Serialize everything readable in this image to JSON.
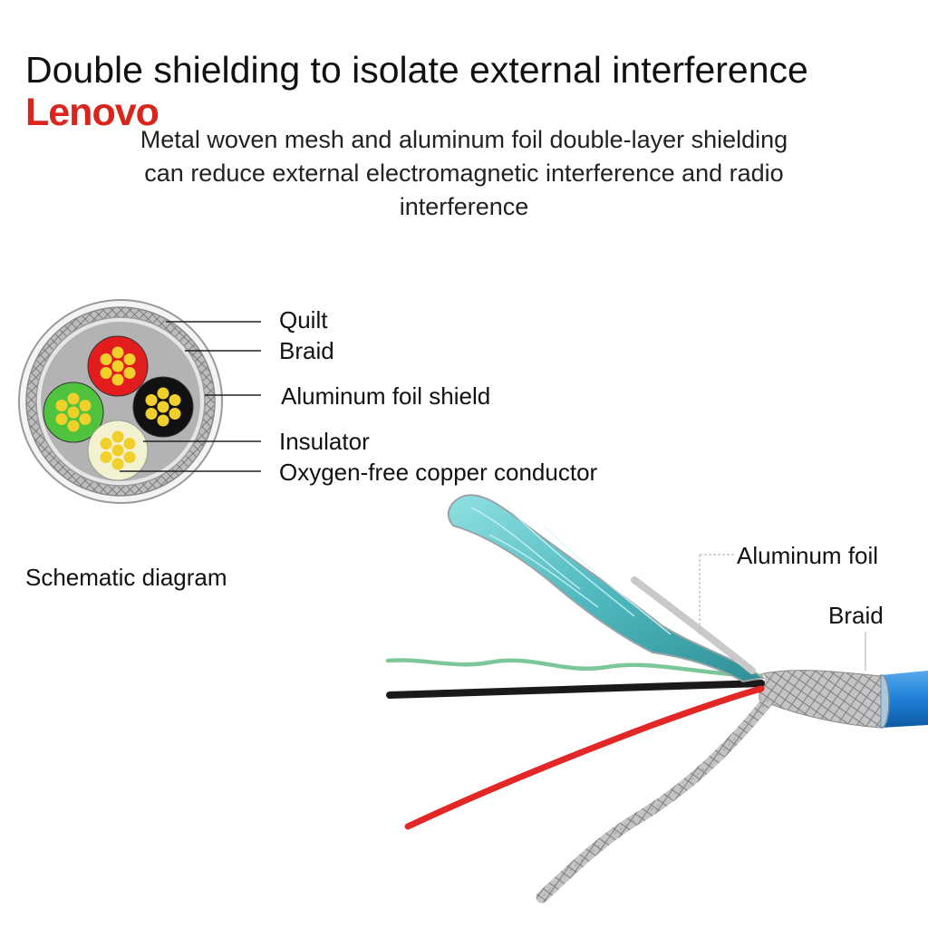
{
  "header": {
    "title": "Double shielding to isolate external interference",
    "brand": "Lenovo",
    "description": "Metal woven mesh and aluminum foil double-layer shielding can reduce external electromagnetic interference and radio interference"
  },
  "schematic": {
    "labels": {
      "quilt": "Quilt",
      "braid": "Braid",
      "aluminum_foil_shield": "Aluminum foil shield",
      "insulator": "Insulator",
      "conductor": "Oxygen-free copper conductor"
    },
    "caption": "Schematic diagram",
    "core_colors": [
      "#e31d1d",
      "#111111",
      "#4fc23e",
      "#f2f2d0"
    ],
    "strand_color": "#f2d02b"
  },
  "cable_photo": {
    "labels": {
      "aluminum_foil": "Aluminum foil",
      "braid": "Braid"
    },
    "jacket_color": "#1e7fd6",
    "foil_color": "#5fc4c8",
    "wire_colors": [
      "#7cc79a",
      "#1a1a1a",
      "#e32626"
    ]
  }
}
